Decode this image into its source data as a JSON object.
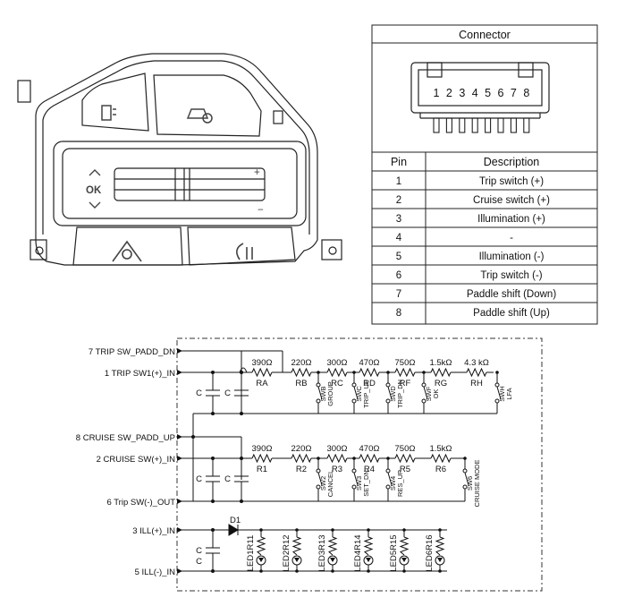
{
  "connector_table": {
    "title": "Connector",
    "pin_numbers": [
      "1",
      "2",
      "3",
      "4",
      "5",
      "6",
      "7",
      "8"
    ],
    "headers": {
      "pin": "Pin",
      "description": "Description"
    },
    "rows": [
      {
        "pin": "1",
        "desc": "Trip switch (+)"
      },
      {
        "pin": "2",
        "desc": "Cruise switch (+)"
      },
      {
        "pin": "3",
        "desc": "Illumination (+)"
      },
      {
        "pin": "4",
        "desc": "-"
      },
      {
        "pin": "5",
        "desc": "Illumination (-)"
      },
      {
        "pin": "6",
        "desc": "Trip switch (-)"
      },
      {
        "pin": "7",
        "desc": "Paddle shift (Down)"
      },
      {
        "pin": "8",
        "desc": "Paddle shift (Up)"
      }
    ]
  },
  "switch_illustration": {
    "ok_label": "OK",
    "plus_label": "+",
    "minus_label": "−"
  },
  "schematic": {
    "inputs": {
      "trip_padd_dn": "7 TRIP SW_PADD_DN",
      "trip_sw1": "1 TRIP SW1(+)_IN",
      "cruise_padd_up": "8 CRUISE SW_PADD_UP",
      "cruise_sw": "2 CRUISE SW(+)_IN",
      "trip_out": "6 Trip SW(-)_OUT",
      "ill_in": "3 ILL(+)_IN",
      "ill_out": "5 ILL(-)_IN"
    },
    "cap_label": "C",
    "diode_label": "D1",
    "trip_resistors": [
      {
        "value": "390Ω",
        "name": "RA"
      },
      {
        "value": "220Ω",
        "name": "RB"
      },
      {
        "value": "300Ω",
        "name": "RC"
      },
      {
        "value": "470Ω",
        "name": "RD"
      },
      {
        "value": "750Ω",
        "name": "RF"
      },
      {
        "value": "1.5kΩ",
        "name": "RG"
      },
      {
        "value": "4.3 kΩ",
        "name": "RH"
      }
    ],
    "trip_switches": [
      {
        "name": "SWB",
        "func": "GROUP"
      },
      {
        "name": "SWC",
        "func": "TRIP_UP"
      },
      {
        "name": "SWD",
        "func": "TRIP_DN"
      },
      {
        "name": "SWF",
        "func": "OK"
      },
      {
        "name": "SWH",
        "func": "LFA"
      }
    ],
    "cruise_resistors": [
      {
        "value": "390Ω",
        "name": "R1"
      },
      {
        "value": "220Ω",
        "name": "R2"
      },
      {
        "value": "300Ω",
        "name": "R3"
      },
      {
        "value": "470Ω",
        "name": "R4"
      },
      {
        "value": "750Ω",
        "name": "R5"
      },
      {
        "value": "1.5kΩ",
        "name": "R6"
      }
    ],
    "cruise_switches": [
      {
        "name": "SW2",
        "func": "CANCEL"
      },
      {
        "name": "SW3",
        "func": "SET_DN"
      },
      {
        "name": "SW4",
        "func": "RES_UP"
      },
      {
        "name": "SW6",
        "func": "CRUISE MODE"
      }
    ],
    "leds": [
      {
        "led": "LED1",
        "res": "R11"
      },
      {
        "led": "LED2",
        "res": "R12"
      },
      {
        "led": "LED3",
        "res": "R13"
      },
      {
        "led": "LED4",
        "res": "R14"
      },
      {
        "led": "LED5",
        "res": "R15"
      },
      {
        "led": "LED6",
        "res": "R16"
      }
    ]
  }
}
